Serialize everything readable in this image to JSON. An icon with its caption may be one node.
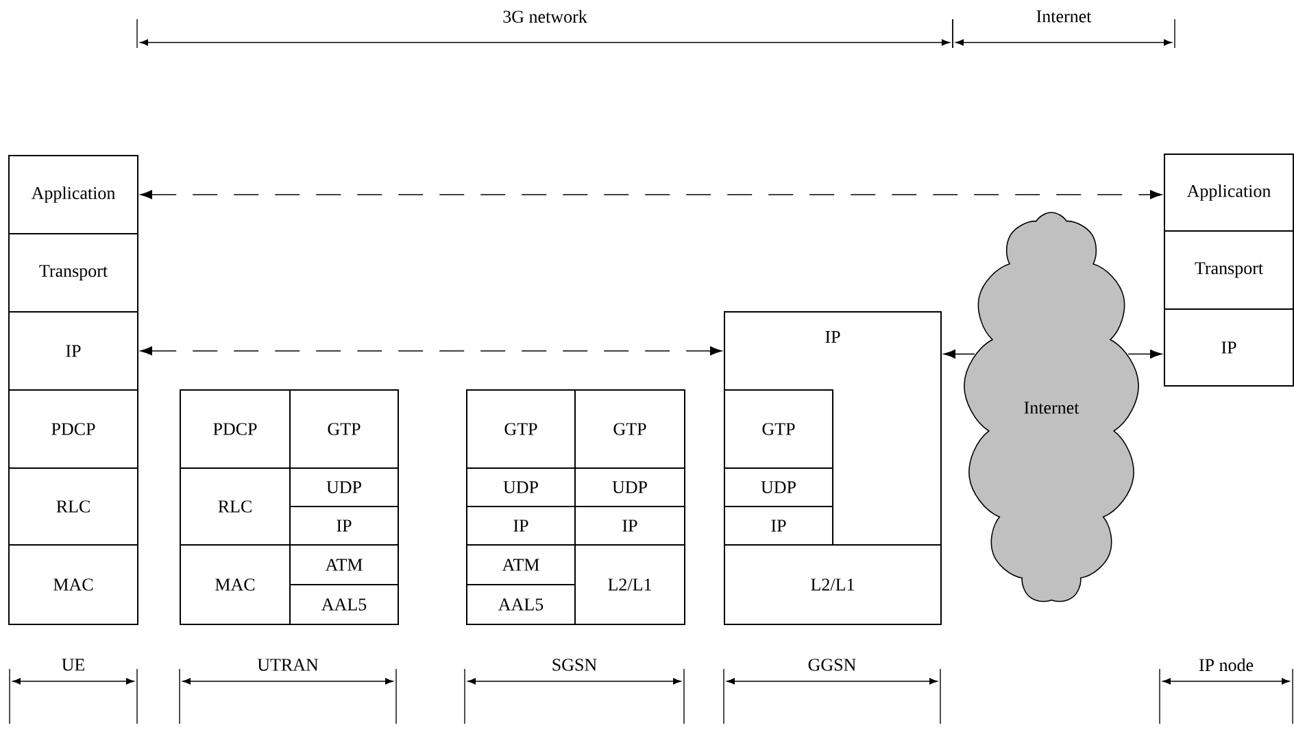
{
  "diagram": {
    "nodes": [
      {
        "text": [
          "Application"
        ]
      },
      {
        "text": [
          "Transport"
        ]
      },
      {
        "text": [
          "IP"
        ]
      },
      {
        "text": [
          "PDCP"
        ]
      },
      {
        "text": [
          "RLC"
        ]
      },
      {
        "text": [
          "MAC"
        ]
      },
      {
        "text": [
          "PDCP"
        ]
      },
      {
        "text": [
          "GTP"
        ]
      },
      {
        "text": [
          "RLC"
        ]
      },
      {
        "text": [
          "UDP"
        ]
      },
      {
        "text": [
          "IP"
        ]
      },
      {
        "text": [
          "MAC"
        ]
      },
      {
        "text": [
          "ATM"
        ]
      },
      {
        "text": [
          "AAL5"
        ]
      },
      {
        "text": [
          "GTP"
        ]
      },
      {
        "text": [
          "GTP"
        ]
      },
      {
        "text": [
          "UDP"
        ]
      },
      {
        "text": [
          "UDP"
        ]
      },
      {
        "text": [
          "IP"
        ]
      },
      {
        "text": [
          "IP"
        ]
      },
      {
        "text": [
          "ATM"
        ]
      },
      {
        "text": [
          "L2/L1"
        ]
      },
      {
        "text": [
          "AAL5"
        ]
      },
      {
        "text": [
          "IP"
        ]
      },
      {
        "text": [
          "GTP"
        ],
        "in": 23
      },
      {
        "text": [
          "UDP"
        ],
        "in": 23
      },
      {
        "text": [
          "IP"
        ],
        "in": 23
      },
      {
        "text": [
          "L2/L1"
        ],
        "in": 23
      },
      {
        "text": [
          "Internet"
        ]
      },
      {
        "text": [
          "Application"
        ]
      },
      {
        "text": [
          "Transport"
        ]
      },
      {
        "text": [
          "IP"
        ]
      }
    ],
    "edges": [
      {
        "from": 0,
        "to": 29,
        "arrow": "both",
        "style": "dashed"
      },
      {
        "from": 2,
        "to": 23,
        "arrow": "both",
        "style": "dashed"
      },
      {
        "from": 28,
        "to": 23,
        "arrow": "to",
        "style": "dashed"
      },
      {
        "from": 28,
        "to": 31,
        "arrow": "to",
        "style": "dashed"
      }
    ],
    "labels": [
      "3G network",
      "Internet",
      "UE",
      "UTRAN",
      "SGSN",
      "GGSN",
      "IP node"
    ]
  }
}
